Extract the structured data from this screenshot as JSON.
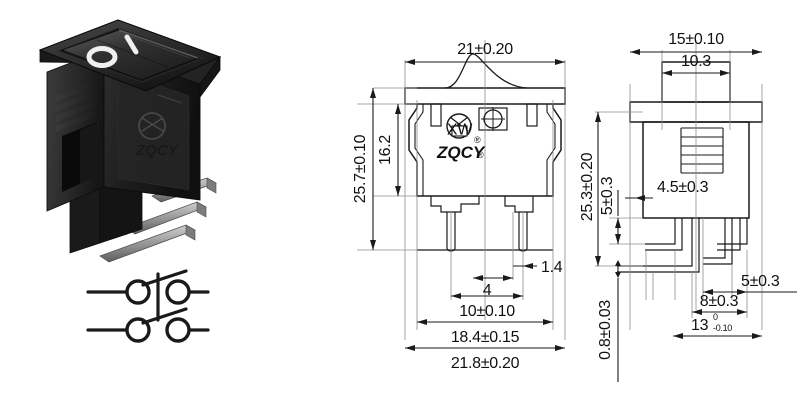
{
  "document": {
    "type": "engineering-drawing",
    "subject": "rocker switch",
    "background_color": "#ffffff",
    "line_color": "#1a1a1a"
  },
  "product_photo": {
    "name": "rocker-switch-3d-render",
    "body_color": "#262626",
    "accent_color": "#f2f2f2",
    "terminal_color": "#9a9a9a",
    "rocker_markings": {
      "off_symbol": "O",
      "on_symbol": "I"
    },
    "housing_label": "ZQCY"
  },
  "schematic": {
    "name": "switch-circuit-diagram",
    "poles": 2,
    "contacts_per_pole": 2
  },
  "front_view": {
    "title": "front-view",
    "brand": "ZQCY",
    "cert_mark": "XW",
    "registered_symbol": "®",
    "dimensions": {
      "width_overall": "21±0.20",
      "height_overall": "25.7±0.10",
      "height_body": "16.2",
      "terminal_width": "1.4",
      "terminal_gap": "4",
      "terminal_span_inner": "10±0.10",
      "width_body": "18.4±0.15",
      "width_bezel": "21.8±0.20"
    }
  },
  "side_view": {
    "title": "side-view",
    "dimensions": {
      "width_bezel": "15±0.10",
      "width_cap": "10.3",
      "height_overall": "25.3±0.20",
      "height_upper": "5±0.3",
      "offset_mid": "4.5±0.3",
      "terminal_thickness": "0.8±0.03",
      "terminal_pitch_right": "5±0.3",
      "terminal_pitch_mid": "8±0.3",
      "terminal_length": "13",
      "terminal_length_tol_upper": "0",
      "terminal_length_tol_lower": "-0.10"
    }
  }
}
